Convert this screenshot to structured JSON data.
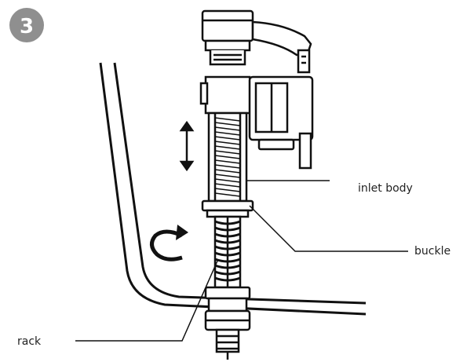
{
  "step": {
    "number": "3",
    "badge_color": "#8f8f8f"
  },
  "labels": {
    "inlet_body": "inlet body",
    "buckle": "buckle",
    "rack": "rack"
  },
  "icons": {
    "adjust_arrow": "vertical-double-arrow-icon",
    "rotate_arrow": "rotate-arrow-icon"
  },
  "colors": {
    "line": "#111111",
    "badge": "#8f8f8f",
    "text": "#222222"
  }
}
